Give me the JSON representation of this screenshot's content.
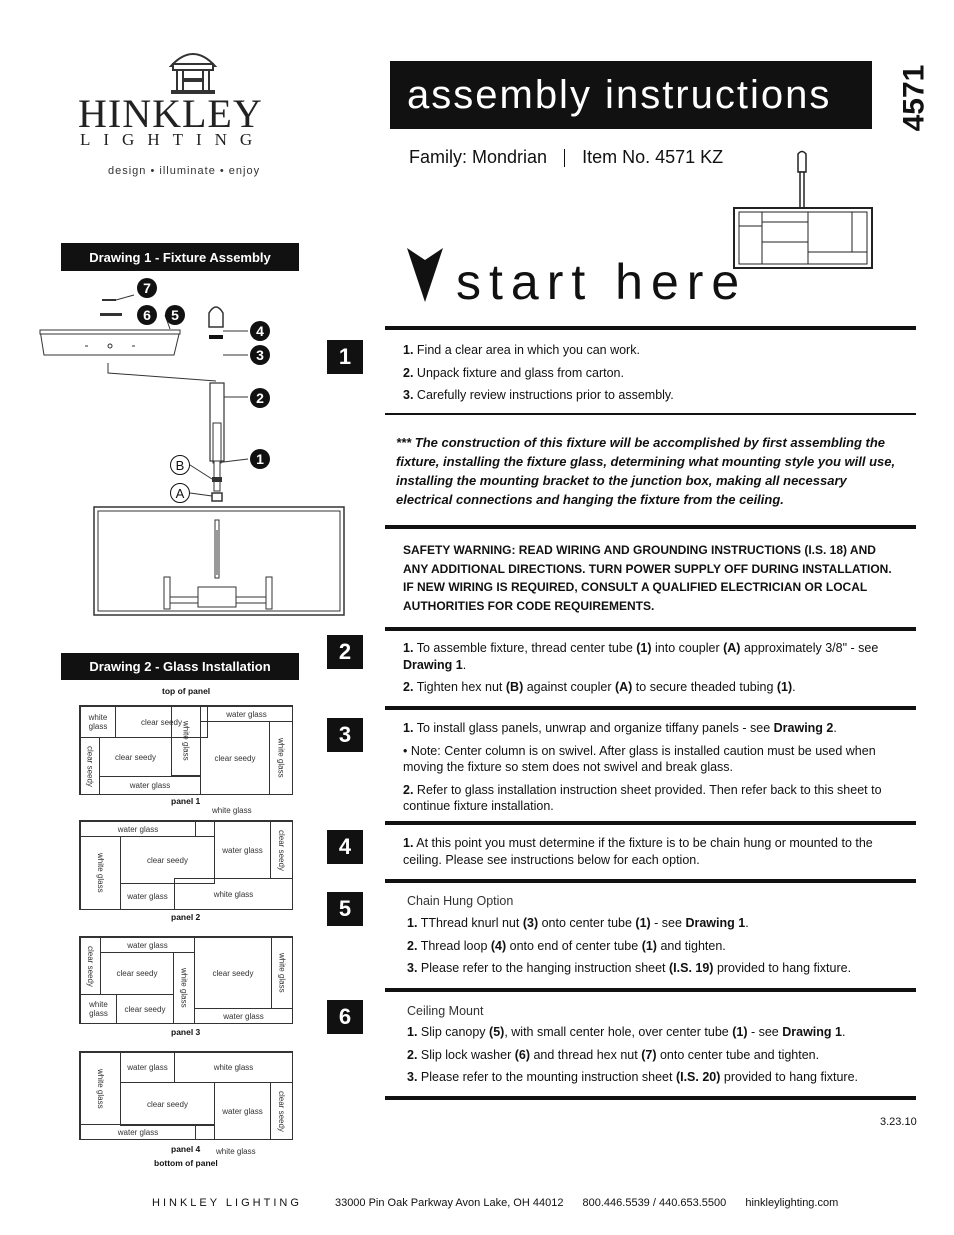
{
  "header": {
    "brand": "HINKLEY",
    "brand_sub": "LIGHTING",
    "tagline": "design • illuminate • enjoy",
    "title": "assembly instructions",
    "item_number": "4571",
    "family": "Family: Mondrian",
    "item": "Item No. 4571 KZ",
    "start_here": "start here"
  },
  "drawing1": {
    "label": "Drawing 1 - Fixture Assembly",
    "callouts": [
      "7",
      "6",
      "5",
      "4",
      "3",
      "2",
      "1"
    ],
    "letter_callouts": [
      "B",
      "A"
    ]
  },
  "drawing2": {
    "label": "Drawing 2 - Glass Installation",
    "top_label": "top of panel",
    "bottom_label": "bottom of panel",
    "panels": [
      {
        "name": "panel 1",
        "cells": [
          "white glass",
          "clear seedy",
          "white glass",
          "water glass",
          "clear seedy",
          "clear seedy",
          "clear seedy",
          "white glass",
          "water glass"
        ]
      },
      {
        "name": "panel 2",
        "cells": [
          "water glass",
          "white glass",
          "clear seedy",
          "water glass",
          "clear seedy",
          "water glass",
          "white glass",
          "white glass"
        ]
      },
      {
        "name": "panel 3",
        "cells": [
          "clear seedy",
          "water glass",
          "clear seedy",
          "white glass",
          "clear seedy",
          "white glass",
          "white glass",
          "clear seedy",
          "water glass"
        ]
      },
      {
        "name": "panel 4",
        "cells": [
          "white glass",
          "water glass",
          "white glass",
          "clear seedy",
          "water glass",
          "clear seedy",
          "water glass",
          "white glass"
        ]
      }
    ]
  },
  "steps": {
    "s1": {
      "num": "1",
      "lines": [
        {
          "n": "1.",
          "t": "Find a clear area in which you can work."
        },
        {
          "n": "2.",
          "t": "Unpack fixture and glass from carton."
        },
        {
          "n": "3.",
          "t": "Carefully review instructions prior to assembly."
        }
      ],
      "note": "*** The construction of this fixture will be accomplished by first assembling the fixture, installing the fixture glass, determining what mounting style you will use, installing the mounting bracket to the junction box, making all necessary electrical connections and hanging the fixture from the ceiling.",
      "warning": "SAFETY WARNING: READ WIRING AND GROUNDING INSTRUCTIONS (I.S. 18) AND ANY ADDITIONAL DIRECTIONS. TURN POWER SUPPLY OFF DURING INSTALLATION. IF NEW WIRING IS REQUIRED, CONSULT A QUALIFIED ELECTRICIAN OR LOCAL AUTHORITIES FOR CODE REQUIREMENTS."
    },
    "s2": {
      "num": "2",
      "l1": {
        "n": "1.",
        "a": "To assemble fixture, thread center tube ",
        "b1": "(1)",
        "c": " into coupler ",
        "b2": "(A)",
        "d": " approximately 3/8\" - see ",
        "b3": "Drawing 1",
        "e": "."
      },
      "l2": {
        "n": "2.",
        "a": "Tighten hex nut ",
        "b1": "(B)",
        "c": " against coupler ",
        "b2": "(A)",
        "d": " to secure theaded tubing ",
        "b3": "(1)",
        "e": "."
      }
    },
    "s3": {
      "num": "3",
      "l1": {
        "n": "1.",
        "a": "To install glass panels, unwrap and organize tiffany panels - see ",
        "b": "Drawing 2",
        "c": "."
      },
      "note": "• Note: Center column is on swivel. After glass is installed caution must be used when moving the fixture so stem does not swivel and break glass.",
      "l2": {
        "n": "2.",
        "t": "Refer to glass installation instruction sheet provided. Then refer back to this sheet to continue fixture installation."
      }
    },
    "s4": {
      "num": "4",
      "l1": {
        "n": "1.",
        "t": "At this point you must determine if the fixture is to be chain hung or mounted to the ceiling. Please see instructions below for each option."
      }
    },
    "s5": {
      "num": "5",
      "title": "Chain Hung Option",
      "l1": {
        "n": "1.",
        "a": "TThread knurl nut ",
        "b1": "(3)",
        "c": " onto center tube ",
        "b2": "(1)",
        "d": " - see ",
        "b3": "Drawing 1",
        "e": "."
      },
      "l2": {
        "n": "2.",
        "a": "Thread loop ",
        "b1": "(4)",
        "c": " onto end of center tube ",
        "b2": "(1)",
        "d": " and tighten."
      },
      "l3": {
        "n": "3.",
        "a": "Please refer to the hanging instruction sheet ",
        "b": "(I.S. 19)",
        "c": " provided to hang fixture."
      }
    },
    "s6": {
      "num": "6",
      "title": "Ceiling Mount",
      "l1": {
        "n": "1.",
        "a": "Slip canopy ",
        "b1": "(5)",
        "c": ", with small center hole, over center tube ",
        "b2": "(1)",
        "d": " - see ",
        "b3": "Drawing 1",
        "e": "."
      },
      "l2": {
        "n": "2.",
        "a": "Slip lock washer ",
        "b1": "(6)",
        "c": " and thread hex nut ",
        "b2": "(7)",
        "d": " onto center tube and tighten."
      },
      "l3": {
        "n": "3.",
        "a": "Please refer to the mounting instruction sheet ",
        "b": "(I.S. 20)",
        "c": " provided to hang fixture."
      }
    }
  },
  "date": "3.23.10",
  "footer": {
    "company": "HINKLEY LIGHTING",
    "address": "33000 Pin Oak Parkway   Avon Lake, OH  44012",
    "phone": "800.446.5539 / 440.653.5500",
    "web": "hinkleylighting.com"
  }
}
